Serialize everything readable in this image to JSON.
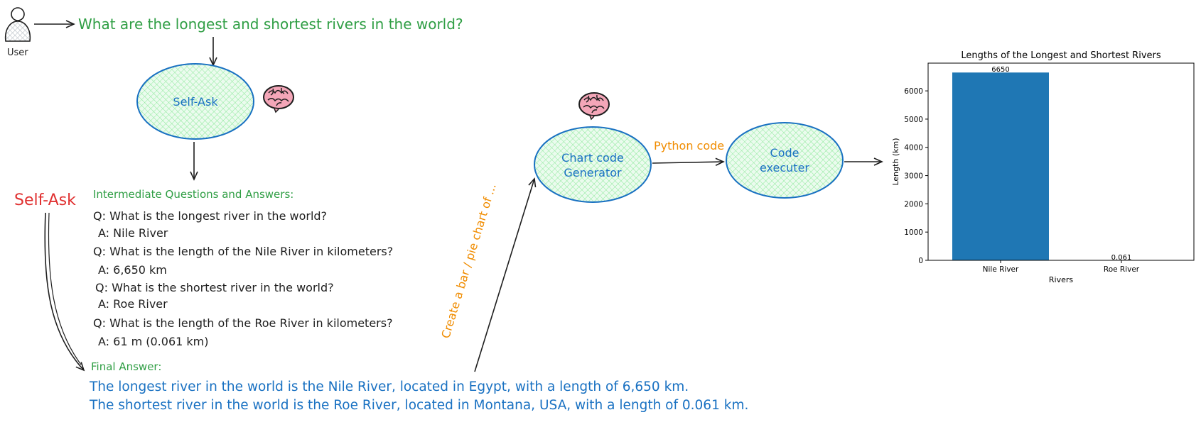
{
  "user_label": "User",
  "question": "What are the longest and shortest rivers in the world?",
  "self_ask_node": "Self-Ask",
  "self_ask_title": "Self-Ask",
  "intermediate_heading": "Intermediate Questions and Answers:",
  "qa": [
    "Q: What is the longest river in the world?",
    "A: Nile River",
    "Q: What is the length of the Nile River in kilometers?",
    "A: 6,650 km",
    "Q: What is the shortest river in the world?",
    "A: Roe River",
    "Q: What is the length of the Roe River in kilometers?",
    "A: 61 m (0.061 km)"
  ],
  "final_heading": "Final Answer:",
  "final_answer": [
    "The longest river in the world is the Nile River, located in Egypt, with a length of 6,650 km.",
    "The shortest river in the world is the Roe River, located in Montana, USA, with a length of 0.061 km."
  ],
  "prompt_label": "Create a bar / pie chart of ...",
  "chart_node": [
    "Chart code",
    "Generator"
  ],
  "edge_label": "Python code",
  "executor_node": [
    "Code",
    "executer"
  ],
  "colors": {
    "green": "#2f9e44",
    "blue": "#1971c2",
    "red": "#e03131",
    "orange": "#f08c00",
    "bar": "#1f77b4",
    "node_fill": "#b2f2bb",
    "brain": "#f4a6b8"
  },
  "icons": [
    "user-icon",
    "brain-icon"
  ],
  "chart_data": {
    "type": "bar",
    "title": "Lengths of the Longest and Shortest Rivers",
    "xlabel": "Rivers",
    "ylabel": "Length (km)",
    "categories": [
      "Nile River",
      "Roe River"
    ],
    "values": [
      6650,
      0.061
    ],
    "value_labels": [
      "6650",
      "0.061"
    ],
    "yticks": [
      0,
      1000,
      2000,
      3000,
      4000,
      5000,
      6000
    ],
    "ylim": [
      0,
      6982.5
    ],
    "grid": false,
    "legend": "none"
  }
}
